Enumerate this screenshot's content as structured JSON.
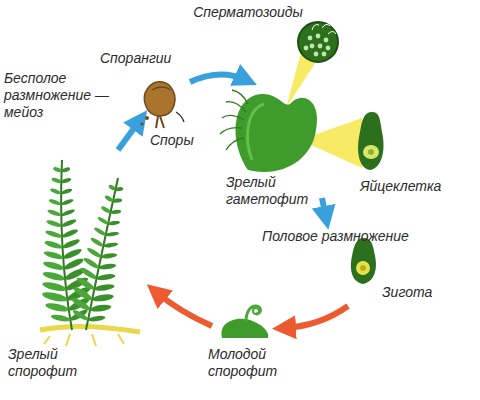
{
  "diagram": {
    "labels": [
      "Сперматозоиды",
      "Спорангии",
      "Бесполое размножение — мейоз",
      "Споры",
      "Зрелый гаметофит",
      "Яйцеклетка",
      "Половое размножение",
      "Зигота",
      "Молодой спорофит",
      "Зрелый спорофит"
    ]
  }
}
